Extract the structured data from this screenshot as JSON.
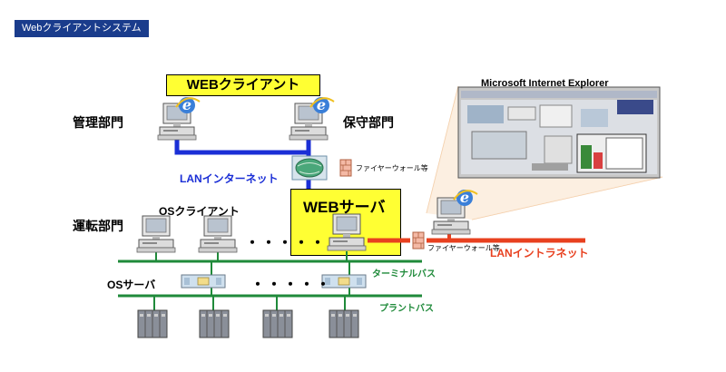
{
  "header": {
    "title": "Webクライアントシステム"
  },
  "web_client": {
    "label": "WEBクライアント"
  },
  "departments": {
    "management": "管理部門",
    "maintenance": "保守部門",
    "operations": "運転部門"
  },
  "network": {
    "lan_internet": "LANインターネット",
    "lan_intranet": "LANイントラネット",
    "firewall_1": "ファイヤーウォール等",
    "firewall_2": "ファイヤーウォール等",
    "terminal_bus": "ターミナルバス",
    "plant_bus": "プラントバス"
  },
  "web_server": {
    "label": "WEBサーバ"
  },
  "os_client": {
    "label": "OSクライアント"
  },
  "os_server": {
    "label": "OSサーバ"
  },
  "screenshot": {
    "title": "Microsoft Internet Explorer"
  },
  "ellipsis_1": "・・・・・",
  "ellipsis_2": "・・・・・",
  "colors": {
    "header_bg": "#1a3c8c",
    "yellow": "#ffff33",
    "blue_line": "#1b2fd6",
    "red_line": "#e8401f",
    "green_bus": "#1f8a3a"
  }
}
